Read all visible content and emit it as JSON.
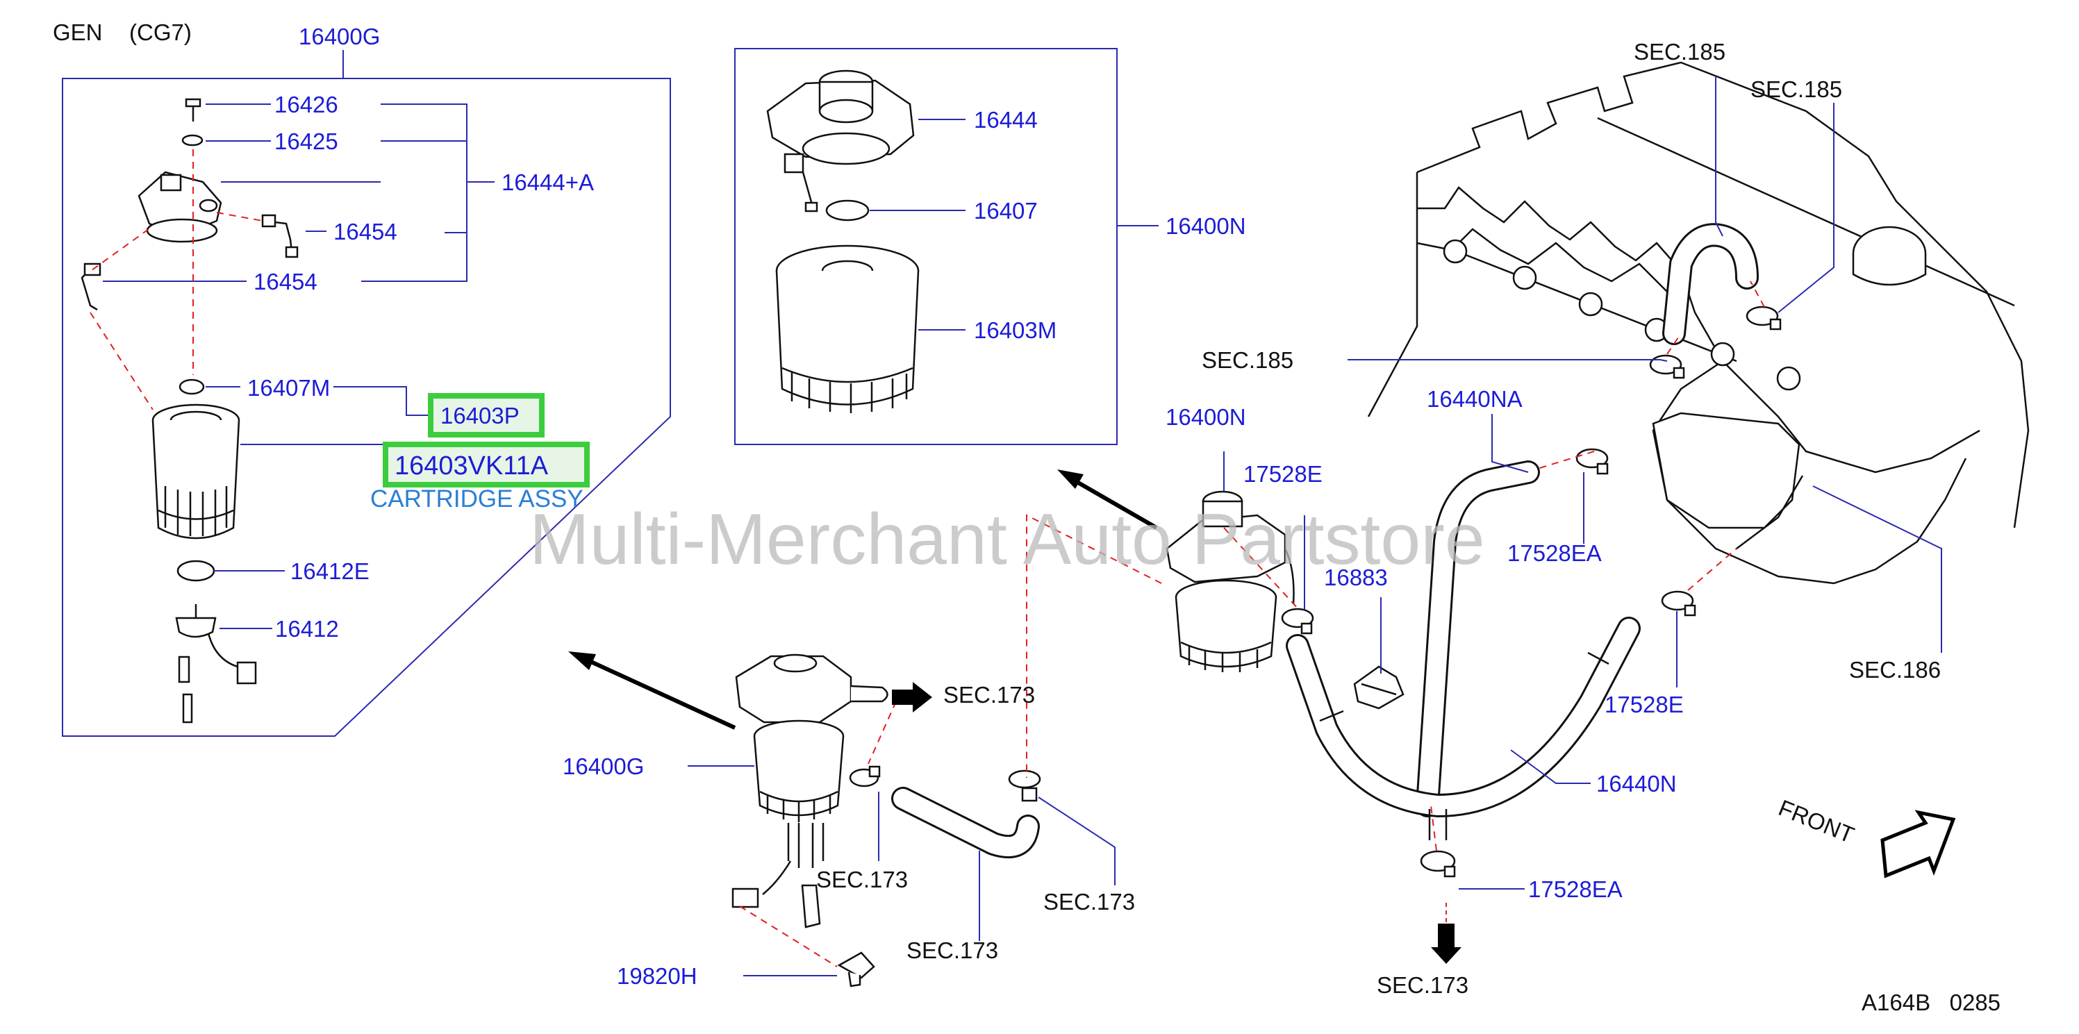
{
  "header": {
    "model": "GEN",
    "code": "(CG7)"
  },
  "footer_code": "A164B   0285",
  "watermark": "Multi-Merchant Auto Partstore",
  "front_label": "FRONT",
  "caption": "CARTRIDGE ASSY",
  "colors": {
    "label": "#1c1cd6",
    "highlight": "#3dcc3d",
    "caption": "#2a7fd4",
    "dash": "#e02020"
  },
  "labels": {
    "p16400G_top": "16400G",
    "p16426": "16426",
    "p16425": "16425",
    "p16444A": "16444+A",
    "p16454a": "16454",
    "p16454b": "16454",
    "p16407M": "16407M",
    "p16403P": "16403P",
    "p16403VK11A": "16403VK11A",
    "p16412E": "16412E",
    "p16412": "16412",
    "p16444": "16444",
    "p16407": "16407",
    "p16403M": "16403M",
    "p16400N_box": "16400N",
    "p16400N": "16400N",
    "p17528E_top": "17528E",
    "p16883": "16883",
    "p16440NA": "16440NA",
    "p17528EA_mid": "17528EA",
    "p17528E_right": "17528E",
    "p16440N": "16440N",
    "p17528EA_bottom": "17528EA",
    "p16400G_bottom": "16400G",
    "p19820H": "19820H",
    "sec185_a": "SEC.185",
    "sec185_b": "SEC.185",
    "sec185_c": "SEC.185",
    "sec186": "SEC.186",
    "sec173_arrow": "SEC.173",
    "sec173_clamp": "SEC.173",
    "sec173_hose": "SEC.173",
    "sec173_right": "SEC.173",
    "sec173_bottom": "SEC.173"
  }
}
